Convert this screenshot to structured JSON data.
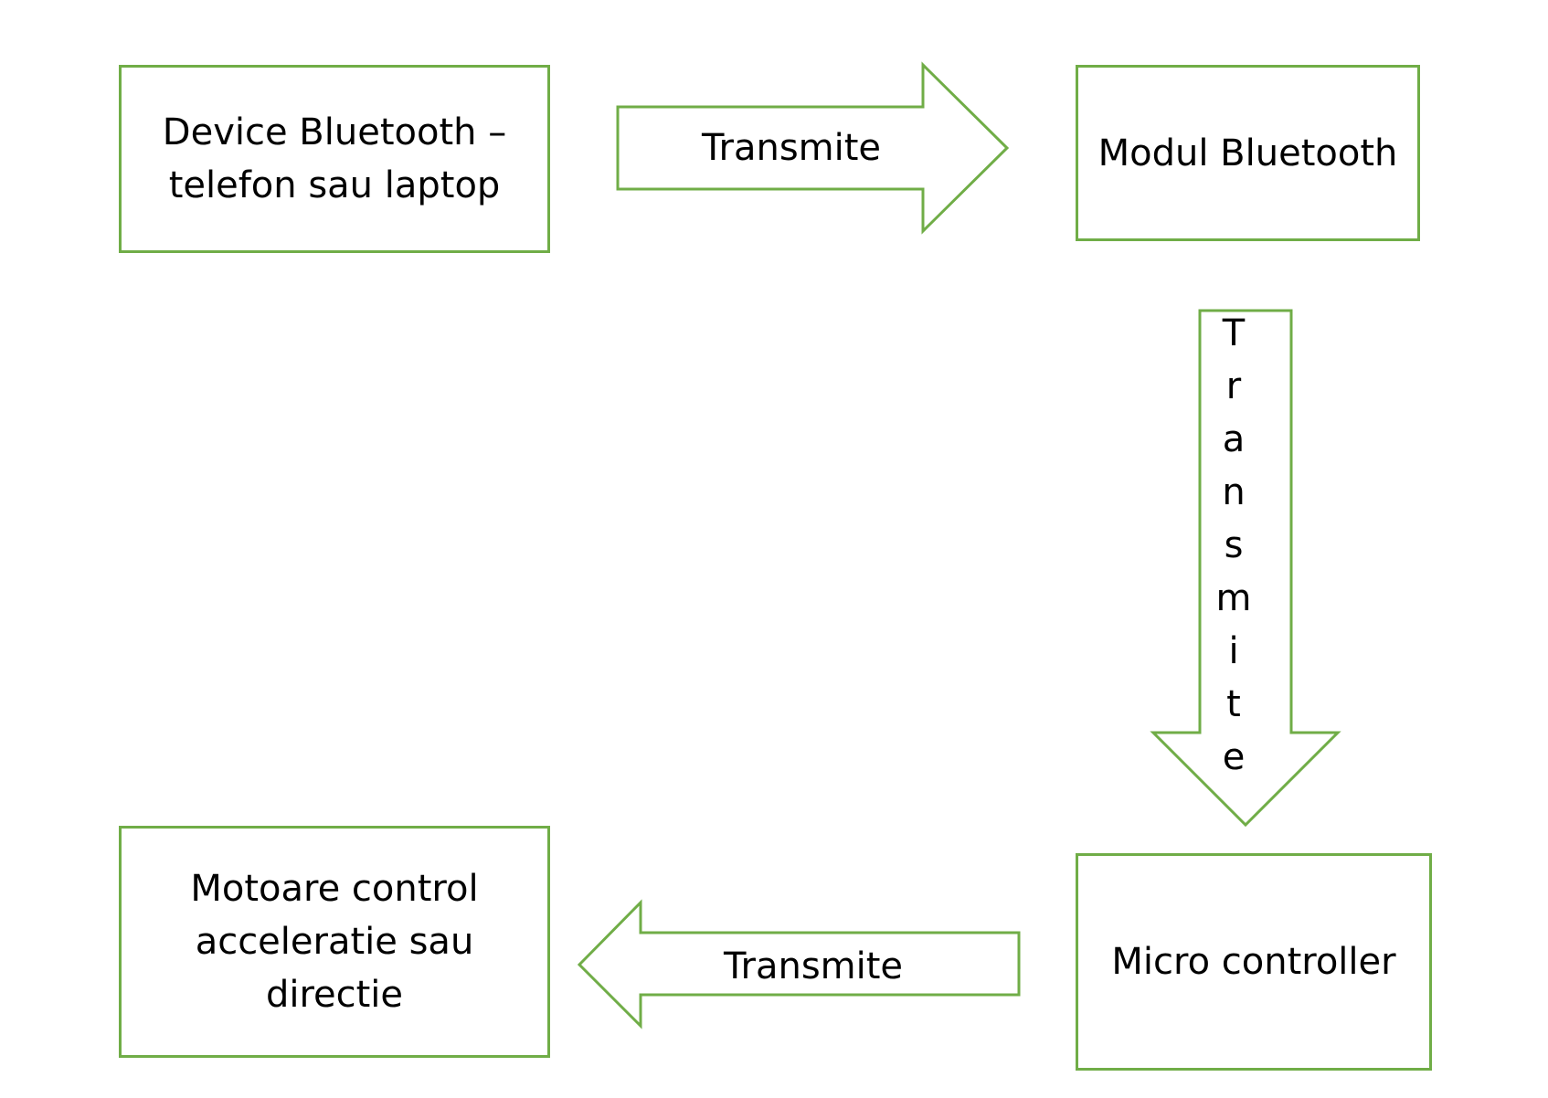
{
  "diagram": {
    "accent_color": "#70ad47",
    "nodes": {
      "device": {
        "label_line1": "Device Bluetooth –",
        "label_line2": "telefon sau laptop"
      },
      "modul": {
        "label": "Modul Bluetooth"
      },
      "micro": {
        "label": "Micro controller"
      },
      "motoare": {
        "label_line1": "Motoare control",
        "label_line2": "acceleratie sau",
        "label_line3": "directie"
      }
    },
    "edges": {
      "device_to_modul": {
        "label": "Transmite"
      },
      "modul_to_micro": {
        "label": "Transmite"
      },
      "micro_to_motoare": {
        "label": "Transmite"
      }
    }
  }
}
